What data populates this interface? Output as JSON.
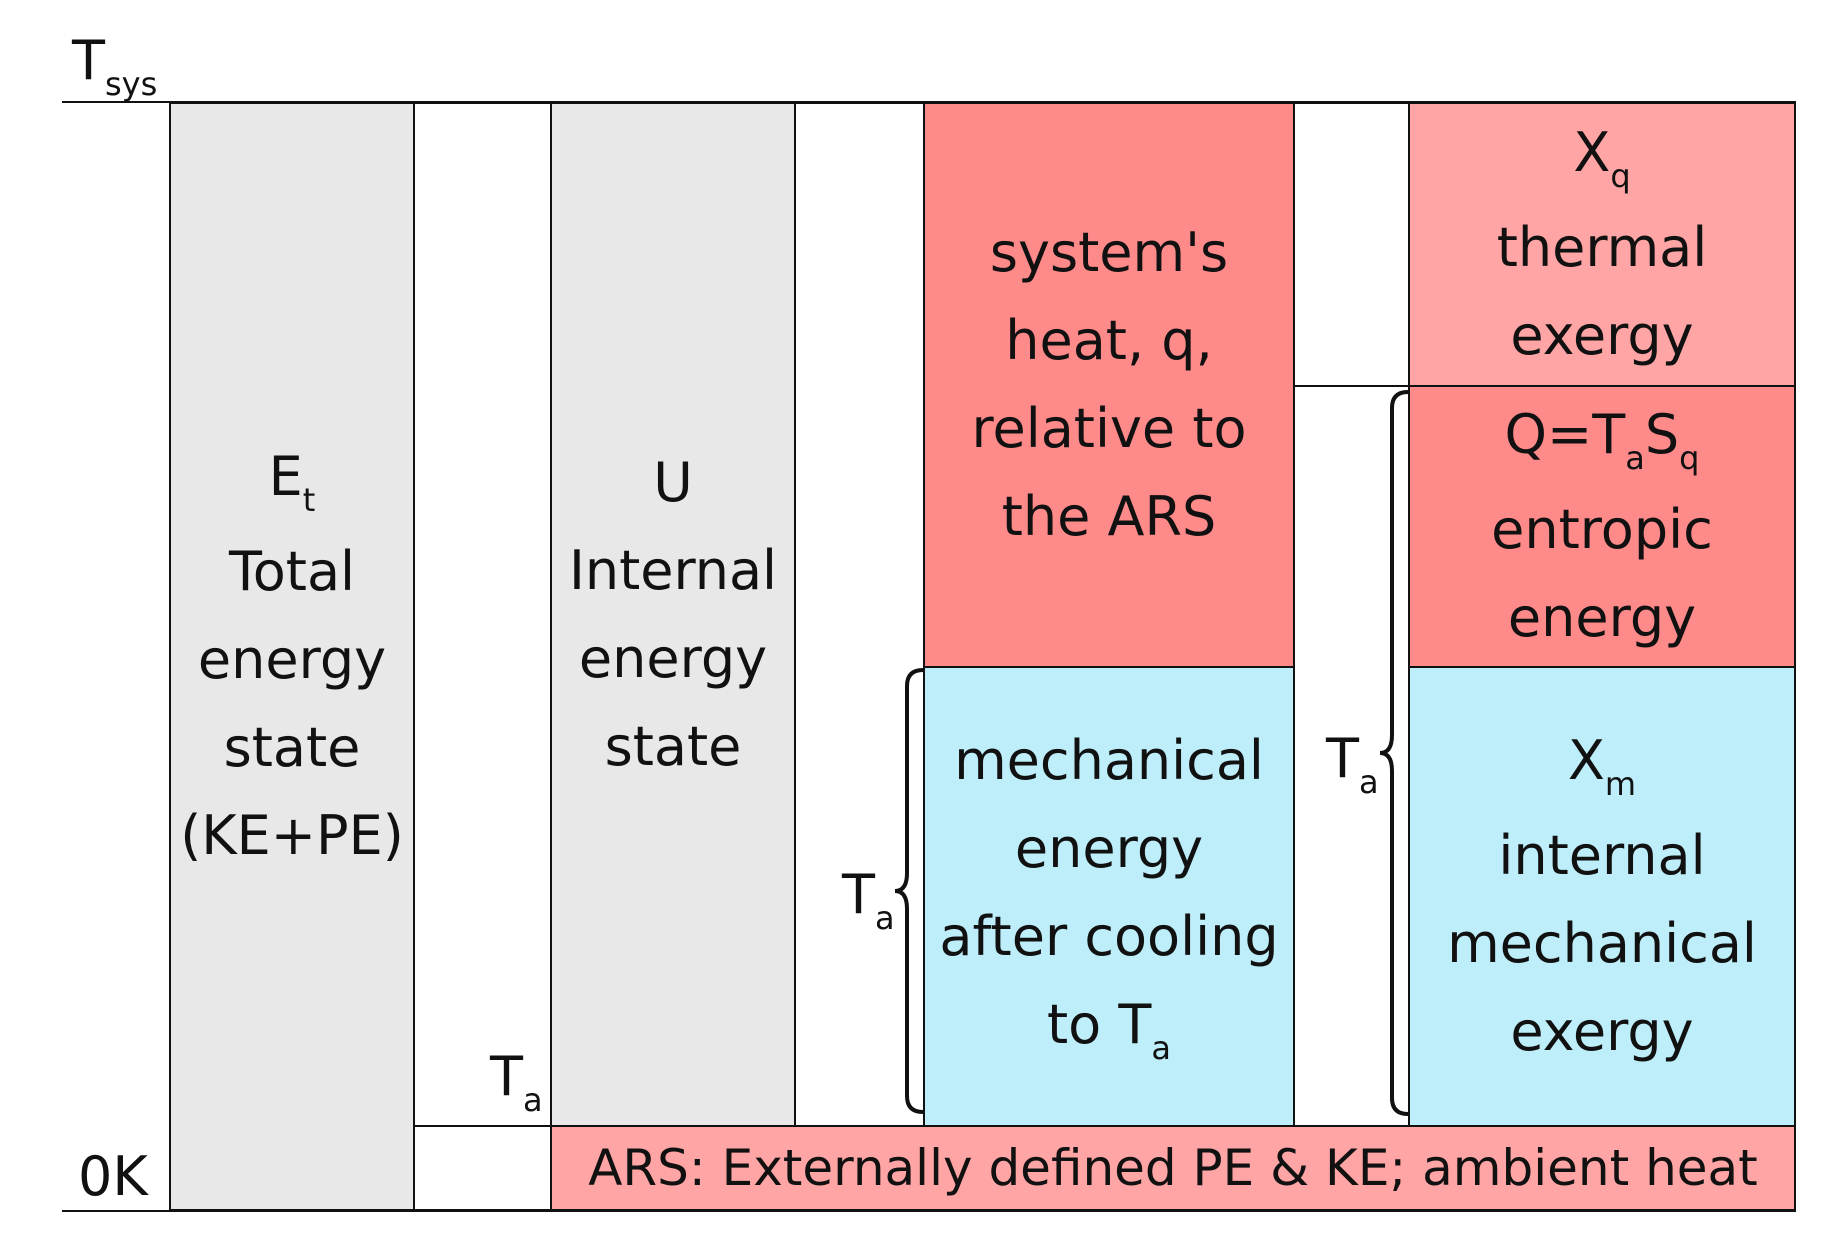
{
  "axis": {
    "top_label": "T",
    "top_label_sub": "sys",
    "bottom_label": "0K"
  },
  "columns": {
    "total_energy": {
      "symbol": "E",
      "symbol_sub": "t",
      "lines": [
        "Total",
        "energy",
        "state",
        "(KE+PE)"
      ]
    },
    "internal_energy": {
      "symbol": "U",
      "lines": [
        "Internal",
        "energy",
        "state"
      ]
    },
    "system_heat": {
      "lines": [
        "system's",
        "heat, q,",
        "relative to",
        "the ARS"
      ]
    },
    "mechanical_energy": {
      "lines": [
        "mechanical",
        "energy",
        "after cooling"
      ],
      "last_line": "to T",
      "last_line_sub": "a"
    },
    "thermal_exergy": {
      "symbol": "X",
      "symbol_sub": "q",
      "lines": [
        "thermal",
        "exergy"
      ]
    },
    "entropic_energy": {
      "formula_a": "Q=T",
      "formula_a_sub": "a",
      "formula_b": "S",
      "formula_b_sub": "q",
      "lines": [
        "entropic",
        "energy"
      ]
    },
    "mechanical_exergy": {
      "symbol": "X",
      "symbol_sub": "m",
      "lines": [
        "internal",
        "mechanical",
        "exergy"
      ]
    }
  },
  "ars_bar": {
    "text": "ARS: Externally defined PE & KE; ambient heat"
  },
  "ta_markers": {
    "symbol": "T",
    "sub": "a"
  },
  "colors": {
    "gray": "#e8e8e8",
    "red": "#ff8a8a",
    "pink": "#ffa5a5",
    "blue": "#bdeefa",
    "line": "#111111"
  }
}
